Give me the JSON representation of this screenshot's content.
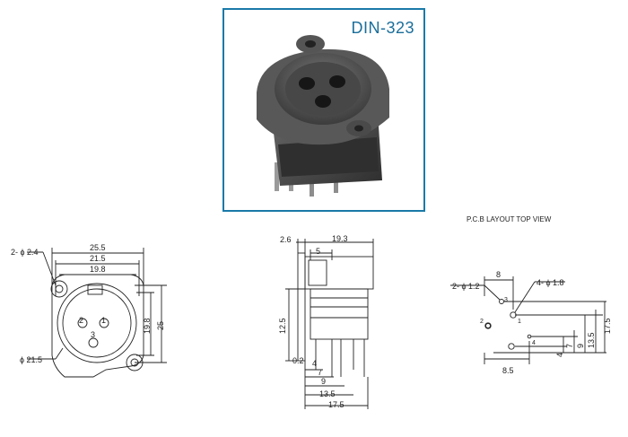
{
  "product": {
    "code": "DIN-323"
  },
  "front_view": {
    "width_overall": "25.5",
    "width_mid": "21.5",
    "width_inner": "19.8",
    "height_inner": "19.8",
    "height_overall": "25",
    "mount_holes": "2- ϕ 2.4",
    "body_dia": "ϕ 21.5",
    "pin_labels": [
      "2",
      "1",
      "3"
    ]
  },
  "side_view": {
    "flange": "2.6",
    "depth": "19.3",
    "dim_5": "5",
    "height": "12.5",
    "dim_02": "0.2",
    "dim_4": "4",
    "dim_7": "7",
    "dim_9": "9",
    "dim_135": "13.5",
    "dim_175": "17.5"
  },
  "pcb_layout": {
    "title": "P.C.B LAYOUT    TOP VIEW",
    "small_holes": "2- ϕ 1.2",
    "large_holes": "4- ϕ 1.8",
    "dim_8": "8",
    "dim_85": "8.5",
    "v_dims": [
      "4",
      "7",
      "9",
      "13.5",
      "17.5"
    ],
    "pin_labels": [
      "3",
      "2",
      "1",
      "4"
    ]
  }
}
